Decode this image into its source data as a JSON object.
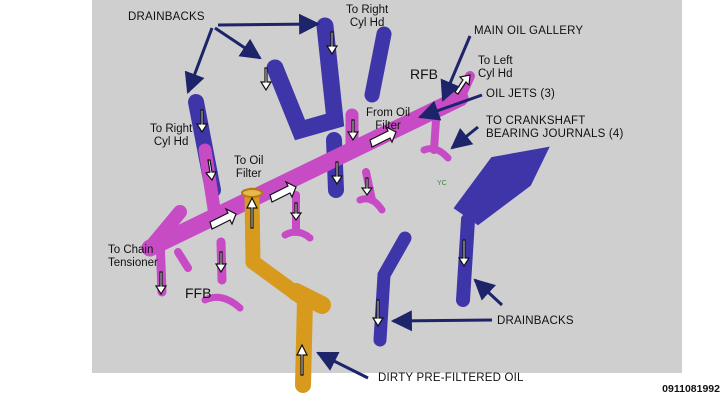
{
  "labels": {
    "drainbacks_top": "DRAINBACKS",
    "to_right_cyl_hd_top": "To Right\nCyl Hd",
    "main_oil_gallery": "MAIN OIL GALLERY",
    "to_left_cyl_hd": "To Left\nCyl Hd",
    "rfb": "RFB",
    "from_oil_filter": "From Oil\nFilter",
    "oil_jets": "OIL JETS (3)",
    "to_crankshaft": "TO CRANKSHAFT\nBEARING JOURNALS (4)",
    "to_right_cyl_hd_left": "To Right\nCyl Hd",
    "to_oil_filter": "To Oil\nFilter",
    "to_chain_tensioner": "To Chain\nTensioner",
    "ffb": "FFB",
    "drainbacks_bottom": "DRAINBACKS",
    "dirty_oil": "DIRTY  PRE-FILTERED OIL",
    "yc": "YC"
  },
  "figure_id": "0911081992",
  "colors": {
    "background": "#cfcfcf",
    "pressurized_oil": "#c64bc4",
    "drainback_oil": "#3e36a8",
    "unfiltered_oil": "#d79a1c",
    "arrow": "#1d2469"
  }
}
